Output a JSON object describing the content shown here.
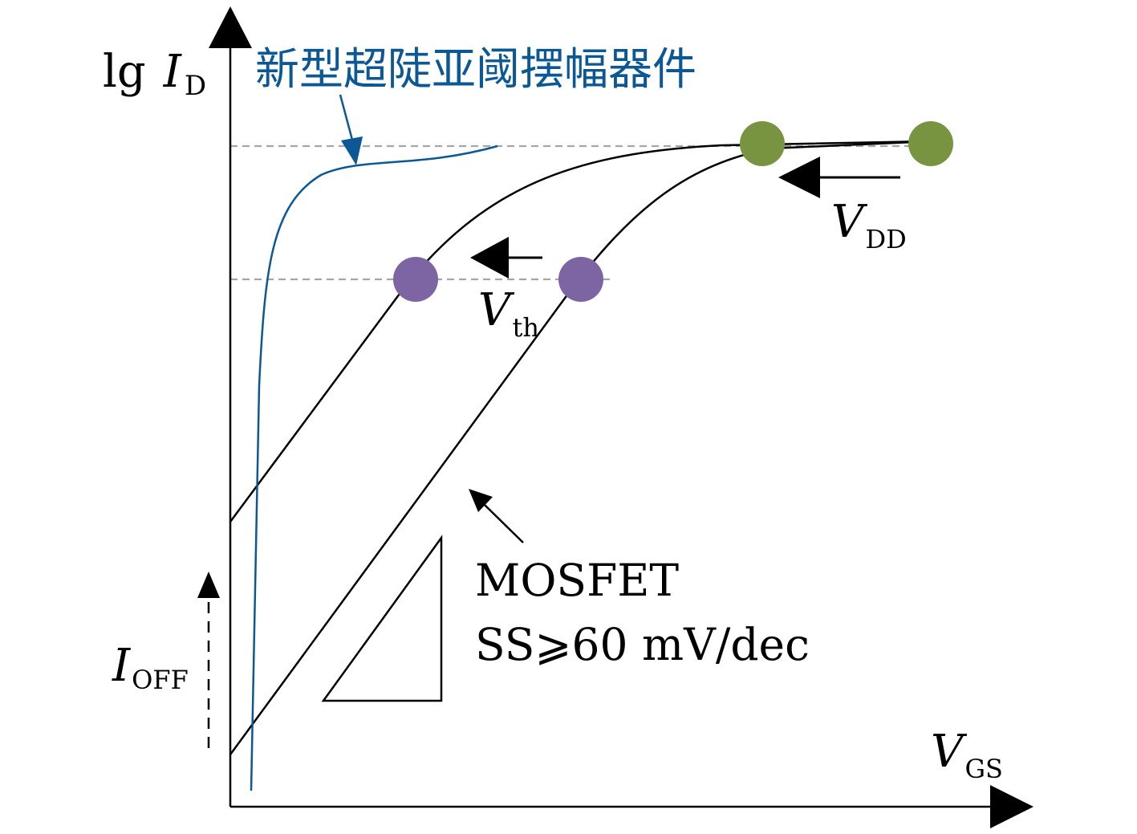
{
  "axes": {
    "y_label_prefix": "lg",
    "y_label_symbol": "I",
    "y_label_subscript": "D",
    "x_label_symbol": "V",
    "x_label_subscript": "GS"
  },
  "curves": {
    "novel_device_label": "新型超陡亚阈摆幅器件",
    "mosfet_label": "MOSFET",
    "mosfet_slope_label": "SS⩾60 mV/dec"
  },
  "annotations": {
    "vth_symbol": "V",
    "vth_subscript": "th",
    "vdd_symbol": "V",
    "vdd_subscript": "DD",
    "ioff_symbol": "I",
    "ioff_subscript": "OFF"
  },
  "colors": {
    "novel_device": "#0b5894",
    "mosfet": "#000000",
    "vth_markers": "#7c65a2",
    "vdd_markers": "#789440",
    "guide_lines": "#a6a6a6"
  }
}
